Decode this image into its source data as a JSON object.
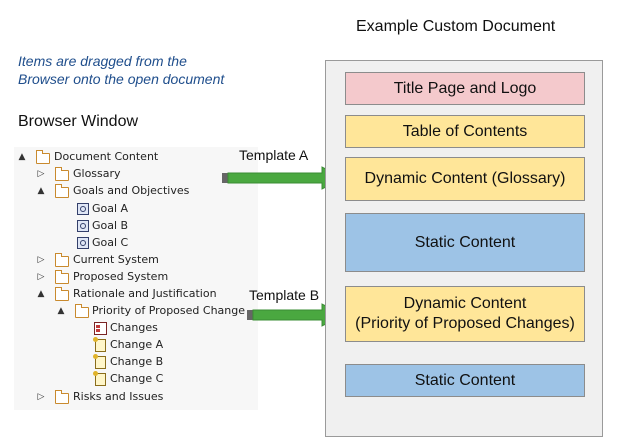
{
  "document_title": "Example Custom Document",
  "note": {
    "line1": "Items are dragged from the",
    "line2": "Browser onto the open document"
  },
  "browser": {
    "title": "Browser Window",
    "tree": [
      {
        "label": "Document Content",
        "icon": "folder-icon",
        "expander": "▲"
      },
      {
        "label": "Glossary",
        "icon": "folder-icon",
        "expander": "▷"
      },
      {
        "label": "Goals and Objectives",
        "icon": "folder-icon",
        "expander": "▲"
      },
      {
        "label": "Goal A",
        "icon": "goal-icon",
        "expander": ""
      },
      {
        "label": "Goal B",
        "icon": "goal-icon",
        "expander": ""
      },
      {
        "label": "Goal C",
        "icon": "goal-icon",
        "expander": ""
      },
      {
        "label": "Current System",
        "icon": "folder-icon",
        "expander": "▷"
      },
      {
        "label": "Proposed System",
        "icon": "folder-icon",
        "expander": "▷"
      },
      {
        "label": "Rationale and Justification",
        "icon": "folder-icon",
        "expander": "▲"
      },
      {
        "label": "Priority of Proposed Change",
        "icon": "folder-icon",
        "expander": "▲"
      },
      {
        "label": "Changes",
        "icon": "changes-diagram-icon",
        "expander": ""
      },
      {
        "label": "Change A",
        "icon": "change-icon",
        "expander": ""
      },
      {
        "label": "Change B",
        "icon": "change-icon",
        "expander": ""
      },
      {
        "label": "Change C",
        "icon": "change-icon",
        "expander": ""
      },
      {
        "label": "Risks and Issues",
        "icon": "folder-icon",
        "expander": "▷"
      }
    ]
  },
  "templates": {
    "a": "Template A",
    "b": "Template B"
  },
  "sections": [
    {
      "text": "Title Page and Logo",
      "kind": "pink"
    },
    {
      "text": "Table of Contents",
      "kind": "yellow"
    },
    {
      "text": "Dynamic Content (Glossary)",
      "kind": "yellow"
    },
    {
      "text": "Static Content",
      "kind": "blue"
    },
    {
      "line1": "Dynamic Content",
      "line2": "(Priority of Proposed Changes)",
      "kind": "yellow"
    },
    {
      "text": "Static Content",
      "kind": "blue"
    }
  ],
  "colors": {
    "arrow_green": "#4aa840",
    "pink": "#f4c9cc",
    "yellow": "#ffe699",
    "blue": "#9dc3e6",
    "note_blue": "#1f4e8c"
  }
}
